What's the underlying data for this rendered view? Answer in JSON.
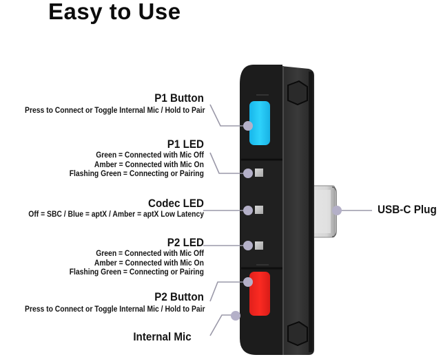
{
  "title": "Easy to Use",
  "device": {
    "body_color": "#1c1c1c",
    "p1_button_color": "#1ec8f5",
    "p2_button_color": "#f0231e",
    "led_color": "#c8c8c8",
    "callout_dot_color": "#b4b0c8",
    "callout_line_color": "#9a98a8"
  },
  "labels": {
    "p1_button": {
      "heading": "P1 Button",
      "description": "Press to Connect or Toggle Internal Mic / Hold to Pair"
    },
    "p1_led": {
      "heading": "P1 LED",
      "lines": [
        "Green = Connected with Mic Off",
        "Amber = Connected with Mic On",
        "Flashing Green = Connecting or Pairing"
      ]
    },
    "codec_led": {
      "heading": "Codec LED",
      "description": "Off = SBC / Blue = aptX / Amber = aptX Low Latency"
    },
    "p2_led": {
      "heading": "P2 LED",
      "lines": [
        "Green = Connected with Mic Off",
        "Amber = Connected with Mic On",
        "Flashing Green = Connecting or Pairing"
      ]
    },
    "p2_button": {
      "heading": "P2 Button",
      "description": "Press to Connect or Toggle Internal Mic / Hold to Pair"
    },
    "internal_mic": {
      "heading": "Internal Mic"
    },
    "usb_c_plug": {
      "heading": "USB-C Plug"
    }
  }
}
